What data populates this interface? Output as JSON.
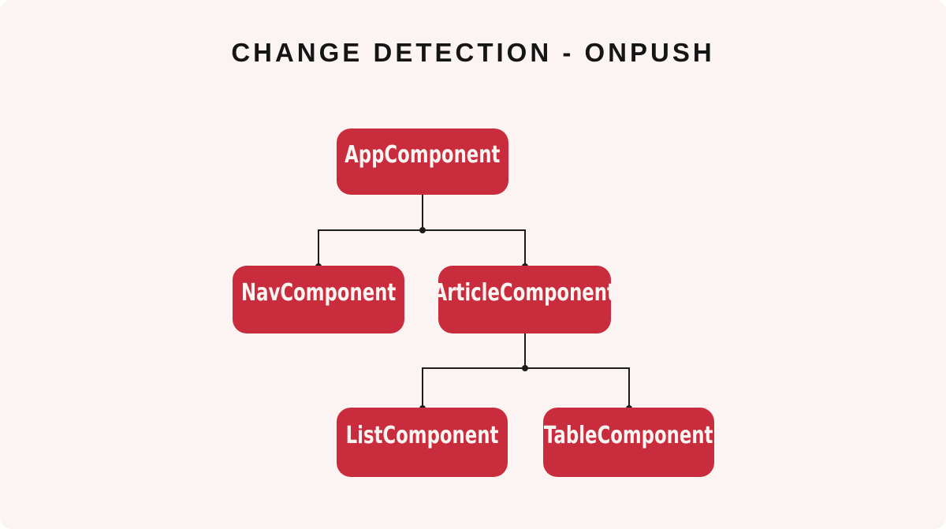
{
  "title": "CHANGE DETECTION - ONPUSH",
  "colors": {
    "page-bg": "#ffffff",
    "canvas-bg": "#FCF4F3",
    "node-bg": "#C92C3C",
    "node-text": "#F8F4F1",
    "line": "#1D1D1D",
    "title-text": "#151515"
  },
  "diagram": {
    "type": "component-tree",
    "nodes": {
      "app": {
        "label": "AppComponent"
      },
      "nav": {
        "label": "NavComponent"
      },
      "article": {
        "label": "ArticleComponent"
      },
      "list": {
        "label": "ListComponent"
      },
      "table": {
        "label": "TableComponent"
      }
    },
    "edges": [
      {
        "from": "AppComponent",
        "to": "NavComponent"
      },
      {
        "from": "AppComponent",
        "to": "ArticleComponent"
      },
      {
        "from": "ArticleComponent",
        "to": "ListComponent"
      },
      {
        "from": "ArticleComponent",
        "to": "TableComponent"
      }
    ]
  }
}
